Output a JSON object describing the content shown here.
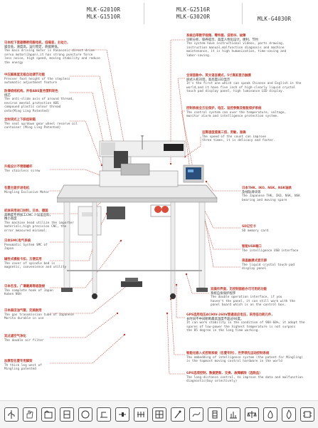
{
  "models": {
    "col1": [
      "MLK-G2010R",
      "MLK-G1510R"
    ],
    "col2": [
      "MLK-G2516R",
      "MLK-G3020R"
    ],
    "col3": [
      "MLK-G4030R"
    ]
  },
  "left_notes": [
    {
      "cn": "日本松下直驱精密伺服电机，低噪音，主动力，",
      "cn2": "噪音低，速度高，运行稳定，耗能降低。",
      "en": "The main driving motor is Panasonic direct drive\nservo motor(Japan),it has strong puncture force\nless noise, high speed, moving stability and reduce\nthe energy"
    },
    {
      "cn": "中压脚高度无级自动调节功能",
      "en": "Presser foot height of the stepless\nautomatic adjustment feature"
    },
    {
      "cn": "防滑绕线机构，并有ABS复合塑料轮色",
      "cn2": "绕芯",
      "en": "The anti-slide axis of around thread,\nenviron mental protection ABS\ncompound plastic colour thread\nonto(Ming Ling Patented)"
    },
    {
      "cn": "全封闭式上下斜齿轮箱",
      "en": "The seal up/down gear wheel reserve oil\ncontainer (Ming Ling Patented)"
    },
    {
      "cn": "升级设计不锈钢螺杆",
      "en": "The stainless screw"
    },
    {
      "cn": "名菱主驱步进电机",
      "en": "Mingling Exclusive Motor"
    },
    {
      "cn": "机体采用进口材料，日本、德国",
      "cn2": "高精度专用加工CNC  少误差出料，精小高度",
      "en": "The machine head utilize the importer\nmaterials,high precision CNC, the\nerror measured minimal."
    },
    {
      "cn": "日本SMC电气系统",
      "en": "Pneumatic System SMC of Japan"
    },
    {
      "cn": "磁性式模板卡扣，方便实用",
      "en": "The cover of spindle bed is\nmagnetic, convenience and utility"
    },
    {
      "cn": "日本名宝，广濑最高等级旋梭",
      "en": "The complete hook of Japan Koben NSH"
    },
    {
      "cn": "日本森田油气管，完美耐用",
      "en": "The gas transmission tube of Japanese\nMorita durable in use"
    },
    {
      "cn": "双过滤空气净化",
      "en": "The double air filter"
    },
    {
      "cn": "加厚型名菱专用脚架",
      "en": "Th thick leg west of Mingling patented"
    }
  ],
  "right_notes": [
    {
      "cn": "系统自带教学视频、零件图、说明书、故障",
      "cn2": "诊断分析、保养提示、高度人性化设计，便利、节约",
      "en": "The system have instructional videos, parts drawing,\ninstruction manual,malfunction diagnosis and machine\nmaintenance, it is high humanization, time-saving and\nlabor-saving."
    },
    {
      "cn": "全球首款中、英文语言模式，5寸真彩显示触摸",
      "cn2": "屏式人机对话，高亮度LED显示",
      "en": "It's the first one which can speak Chinese and English in the\nworld,and it have five inch of high-clearly liquid crystal\ntouch pad display panel, high luminance LED display."
    },
    {
      "cn": "控制系统全方位保护，电压、监控参数及智能保护系统",
      "en": "The control system can over the temperature, voltage,\nmonitor alarm and intelligence protection system."
    },
    {
      "cn": "运算速度提高三倍，灵敏，准确",
      "en": "The speed of the count can improve\nthree times, it is delicacy and faster."
    },
    {
      "cn": "日本THK、IKO、NSK、NSK轴承",
      "cn2": "及线轨滑块等",
      "en": "The Japanese THK, IKO, NSK, NSK\nbearing and moving spare"
    },
    {
      "cn": "SD记忆卡",
      "en": "SD memory card"
    },
    {
      "cn": "智能USB端口",
      "en": "The intelligence USB interface"
    },
    {
      "cn": "液晶触摸式显示屏",
      "en": "The liquid crystal touch-pad\ndisplay panel"
    },
    {
      "cn": "双操作界面，无控制面板亦可可用的功能",
      "cn2": "系统自身保护程序",
      "en": "The double operation interface, if you\nhaven't the panel, it can still work with the\npanel board which is on the control box."
    },
    {
      "cn": "GPS选用电压AC90V-260V普通适应电压，采用低功耗元件，",
      "cn2": "长时间不中间断断最高温度不超过90度。",
      "en": "It can work stability in the condition of 90V-60%, it adopt the\nspares of low-power the highest temperature is not surpass\nthe 85 degree in the long time working."
    },
    {
      "cn": "智能化嵌入式控制系统（名菱专利），世界领先运动控制系统",
      "en": "The embedding of intelligence system (the patent for Mingling)\nis the topmost moving control hardware in the world"
    },
    {
      "cn": "GPS选项控制，数据更新、交换、故障解除（选购品）",
      "en": "The long-distance control, to improve the data and malfunction\ndiagnostic(buy selectively)"
    }
  ],
  "icons": [
    "usb-icon",
    "hand-icon",
    "folder-icon",
    "bobbin-icon",
    "circle-icon",
    "presser-icon",
    "slider-icon",
    "motor-icon",
    "grid-icon",
    "needle-icon",
    "thread-icon",
    "spool-icon",
    "scale-icon",
    "balance-icon",
    "drop-icon",
    "fire-icon",
    "chip-icon"
  ],
  "colors": {
    "accent": "#c0392b",
    "line": "#c0392b",
    "machine_body": "#e8e8e8",
    "machine_dark": "#3a3a3a",
    "screen": "#2a4f7a"
  }
}
